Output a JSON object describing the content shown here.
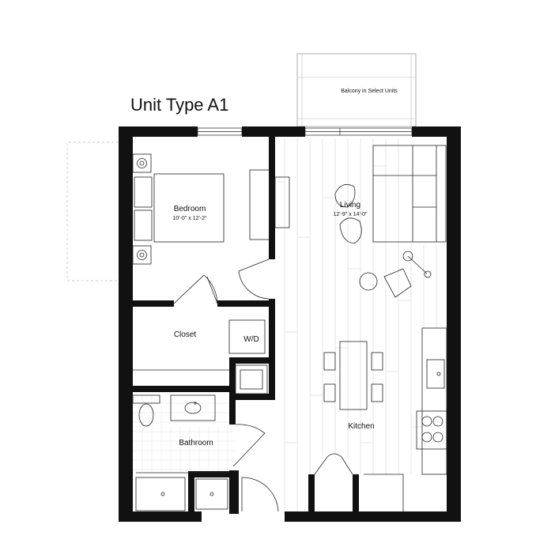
{
  "unit": {
    "title": "Unit Type A1"
  },
  "balcony": {
    "label": "Balcony in Select Units"
  },
  "rooms": {
    "bedroom": {
      "name": "Bedroom",
      "dims": "10'-0\" x 12'-2\""
    },
    "living": {
      "name": "Living",
      "dims": "12'-9\" x 14'-0\""
    },
    "closet": {
      "name": "Closet"
    },
    "wd": {
      "name": "W/D"
    },
    "kitchen": {
      "name": "Kitchen"
    },
    "bathroom": {
      "name": "Bathroom"
    }
  }
}
